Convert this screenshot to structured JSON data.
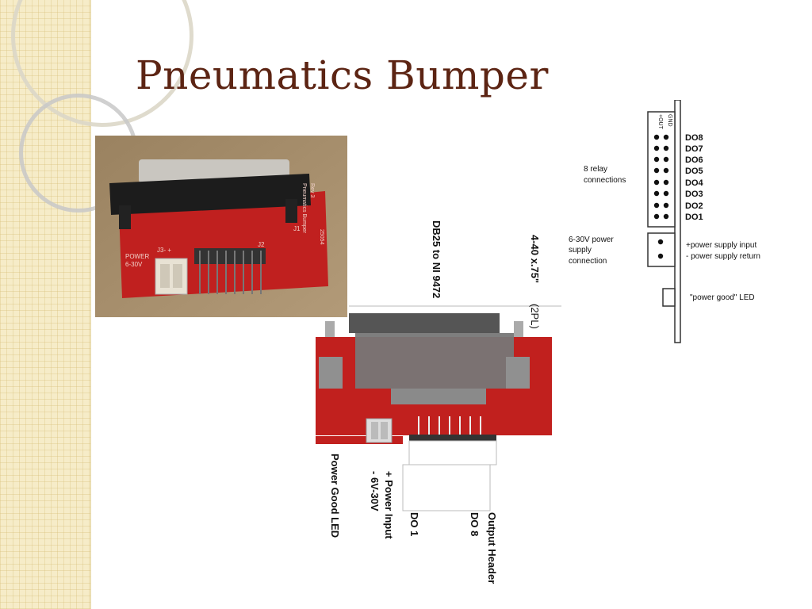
{
  "slide": {
    "title": "Pneumatics Bumper",
    "photo": {
      "board_text_vertical": [
        "Pneumatics Bumper",
        "Rev 3"
      ],
      "j1_label": "J1",
      "j1_part": "25054",
      "j2_label": "J2",
      "j3_label": "J3-  +",
      "power_label": [
        "POWER",
        "6-30V"
      ]
    },
    "pinout": {
      "header_cols": [
        "+OUT",
        "GND"
      ],
      "channels": [
        "DO8",
        "DO7",
        "DO6",
        "DO5",
        "DO4",
        "DO3",
        "DO2",
        "DO1"
      ],
      "relay_note": [
        "8 relay",
        "connections"
      ],
      "power_note": [
        "6-30V power",
        "supply",
        "connection"
      ],
      "power_pins": [
        "+power supply input",
        "- power supply return"
      ],
      "led_note": "\"power good\" LED"
    },
    "drawing": {
      "db25_label": "DB25 to NI 9472",
      "dim_label": "4-40 x.75\"",
      "dim_qty": "(2PL)",
      "power_good": "Power Good LED",
      "power_input": [
        "+ Power Input",
        "- 6V-30V"
      ],
      "do1": "DO 1",
      "output_header": [
        "Output Header",
        "DO 8"
      ]
    }
  }
}
